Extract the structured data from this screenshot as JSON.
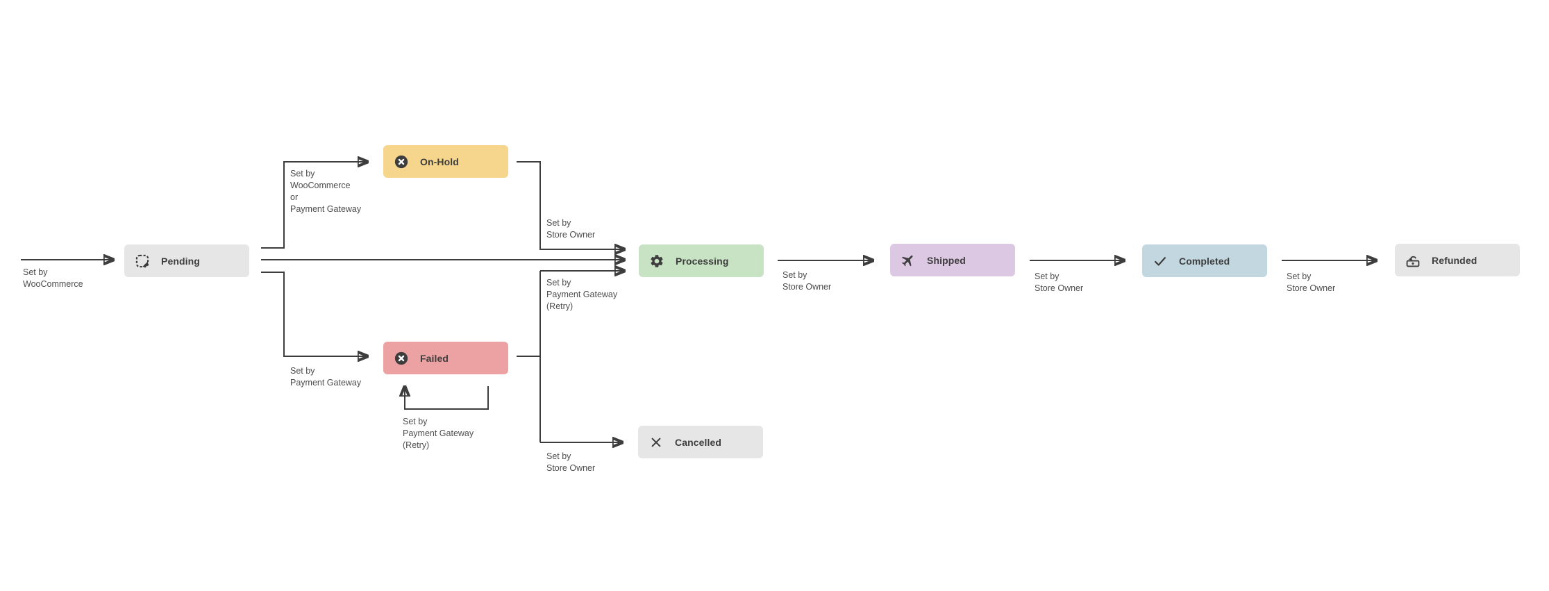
{
  "diagram": {
    "background_color": "#ffffff",
    "line_color": "#3d3d3d",
    "edge_label_color": "#4d4d4d",
    "nodes": [
      {
        "label": "Pending",
        "icon": "pending-draft-icon",
        "color": "#e6e6e6"
      },
      {
        "label": "On-Hold",
        "icon": "circle-x-icon",
        "color": "#f6d58c"
      },
      {
        "label": "Failed",
        "icon": "circle-x-icon",
        "color": "#eca2a2"
      },
      {
        "label": "Processing",
        "icon": "gear-icon",
        "color": "#c7e3c4"
      },
      {
        "label": "Cancelled",
        "icon": "x-icon",
        "color": "#e6e6e6"
      },
      {
        "label": "Shipped",
        "icon": "plane-icon",
        "color": "#dcc8e2"
      },
      {
        "label": "Completed",
        "icon": "check-icon",
        "color": "#c2d7e0"
      },
      {
        "label": "Refunded",
        "icon": "money-back-icon",
        "color": "#e6e6e6"
      }
    ],
    "edge_labels": [
      {
        "text": "Set by\nWooCommerce"
      },
      {
        "text": "Set by\nWooCommerce\nor\nPayment Gateway"
      },
      {
        "text": "Set by\nPayment Gateway"
      },
      {
        "text": "Set by\nStore Owner"
      },
      {
        "text": "Set by\nPayment Gateway\n(Retry)"
      },
      {
        "text": "Set by\nPayment Gateway\n(Retry)"
      },
      {
        "text": "Set by\nStore Owner"
      },
      {
        "text": "Set by\nStore Owner"
      },
      {
        "text": "Set by\nStore Owner"
      },
      {
        "text": "Set by\nStore Owner"
      }
    ]
  }
}
